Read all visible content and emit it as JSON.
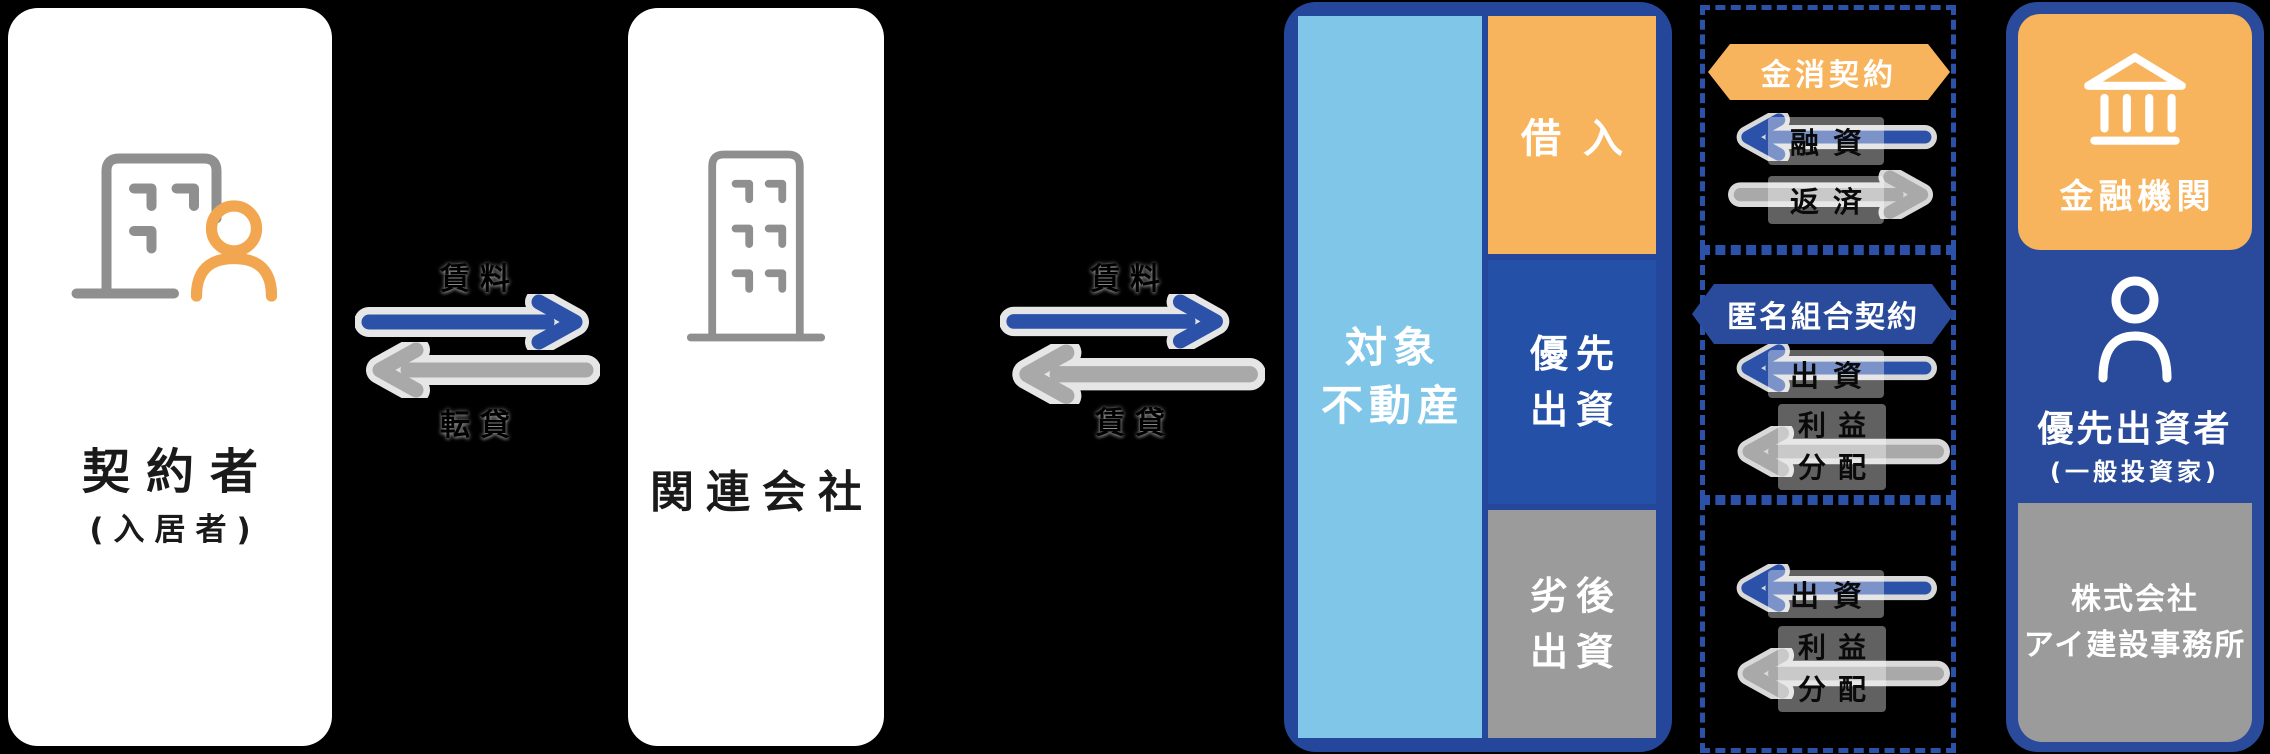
{
  "left_card": {
    "title": "契約者",
    "subtitle": "(入居者)"
  },
  "mid_card": {
    "title": "関連会社"
  },
  "tenant_flow": {
    "rent": "賃料",
    "sublease": "転貸"
  },
  "company_flow": {
    "rent": "賃料",
    "lease": "賃貸"
  },
  "property_box": {
    "name_line1": "対象",
    "name_line2": "不動産",
    "borrow": "借入",
    "senior_line1": "優先",
    "senior_line2": "出資",
    "junior_line1": "劣後",
    "junior_line2": "出資"
  },
  "finance_section": {
    "badge": "金消契約",
    "loan": "融資",
    "repay": "返済"
  },
  "tk_section": {
    "badge": "匿名組合契約",
    "invest": "出資",
    "profit_line1": "利益",
    "profit_line2": "分配"
  },
  "junior_section": {
    "invest": "出資",
    "profit_line1": "利益",
    "profit_line2": "分配"
  },
  "right_card": {
    "bank": "金融機関",
    "investor": "優先出資者",
    "investor_note": "(一般投資家)",
    "company_line1": "株式会社",
    "company_line2": "アイ建設事務所"
  },
  "colors": {
    "deep_blue": "#2a4b9b",
    "arrow_blue": "#2b52a8",
    "light_blue": "#7fc6e8",
    "orange": "#f8b45c",
    "cell_gray": "#9b9b9b",
    "arrow_gray": "#a9a9a9",
    "icon_gray": "#8f8f8f",
    "person_orange": "#f2a64f",
    "white": "#ffffff"
  }
}
